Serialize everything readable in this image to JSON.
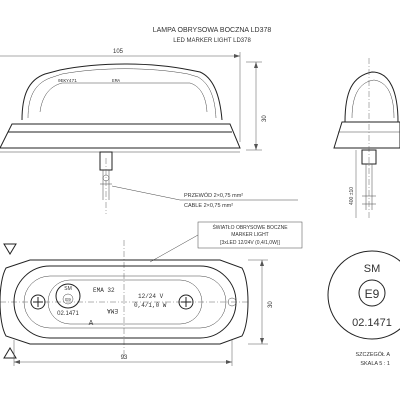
{
  "title": {
    "main": "LAMPA OBRYSOWA BOCZNA LD378",
    "sub": "LED MARKER LIGHT LD378"
  },
  "dimensions": {
    "overall_width_top": "105",
    "height_side": "30",
    "cable_length": "400 ±10",
    "bottom_width": "93",
    "bottom_height": "30"
  },
  "callouts": {
    "cable": [
      "PRZEWÓD 2×0,75 mm²",
      "CABLE 2×0,75 mm²"
    ],
    "light": [
      "ŚWIATŁO OBRYSOWE BOCZNE",
      "MARKER LIGHT",
      "[3xLED 12/24V (0,4/1,0W)]"
    ]
  },
  "lens_markings": {
    "code_top": "0EKY471",
    "ema": "EMA",
    "ema_code": "EMA 32",
    "voltage": "12/24 V",
    "power": "0,4/1,0 W",
    "approval_code": "02.1471",
    "e_mark": "E9",
    "sm": "SM",
    "section_letter": "A"
  },
  "detail": {
    "sm": "SM",
    "e_mark": "E9",
    "approval_code": "02.1471",
    "caption_1": "SZCZEGÓŁ A",
    "caption_2": "SKALA 5 : 1"
  }
}
